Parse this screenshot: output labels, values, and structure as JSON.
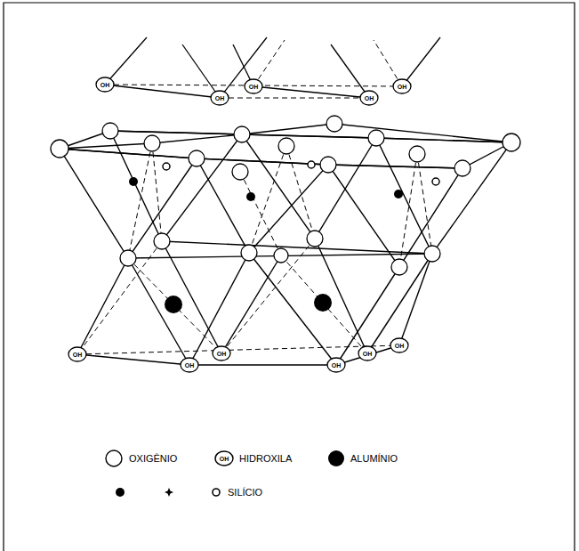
{
  "diagram": {
    "labels": [
      "OH",
      "OH",
      "OH",
      "OH",
      "OH",
      "OH",
      "OH",
      "OH",
      "OH",
      "OH",
      "OH",
      "OH"
    ],
    "legend": [
      {
        "text": "OXIGÊNIO"
      },
      {
        "text": "HIDROXILA"
      },
      {
        "text": "ALUMÍNIO"
      },
      {
        "text": "SILÍCIO"
      }
    ]
  }
}
